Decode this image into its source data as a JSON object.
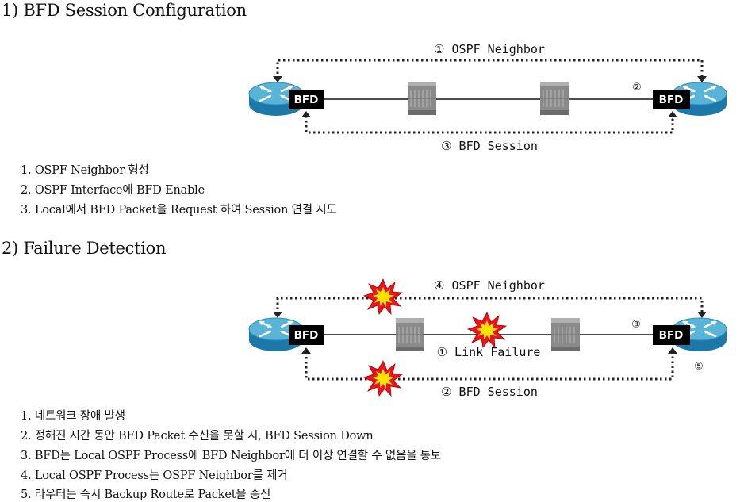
{
  "section1": {
    "heading": "1) BFD Session Configuration",
    "labels": {
      "ospf_neighbor": "① OSPF Neighbor",
      "bfd_session": "③ BFD Session",
      "marker": "②",
      "bfd_left": "BFD",
      "bfd_right": "BFD"
    },
    "steps": [
      "1. OSPF Neighbor 형성",
      "2. OSPF Interface에 BFD Enable",
      "3. Local에서 BFD Packet을 Request 하여 Session 연결 시도"
    ]
  },
  "section2": {
    "heading": "2) Failure Detection",
    "labels": {
      "ospf_neighbor": "④ OSPF Neighbor",
      "bfd_session": "② BFD Session",
      "link_failure": "① Link Failure",
      "marker_3": "③",
      "marker_5": "⑤",
      "bfd_left": "BFD",
      "bfd_right": "BFD"
    },
    "steps": [
      "1. 네트워크 장애 발생",
      "2. 정해진 시간 동안 BFD Packet 수신을 못할 시, BFD Session Down",
      "3. BFD는 Local OSPF Process에 BFD Neighbor에 더 이상 연결할 수 없음을 통보",
      "4. Local OSPF Process는 OSPF Neighbor를 제거",
      "5. 라우터는 즉시 Backup Route로 Packet을 송신"
    ]
  },
  "colors": {
    "router_top": "#5ab4d8",
    "router_side": "#1b78a8",
    "bfd_box": "#000000",
    "switch_body": "#8a8a8a",
    "explosion_outer": "#e8141e",
    "explosion_inner": "#ffe200"
  }
}
